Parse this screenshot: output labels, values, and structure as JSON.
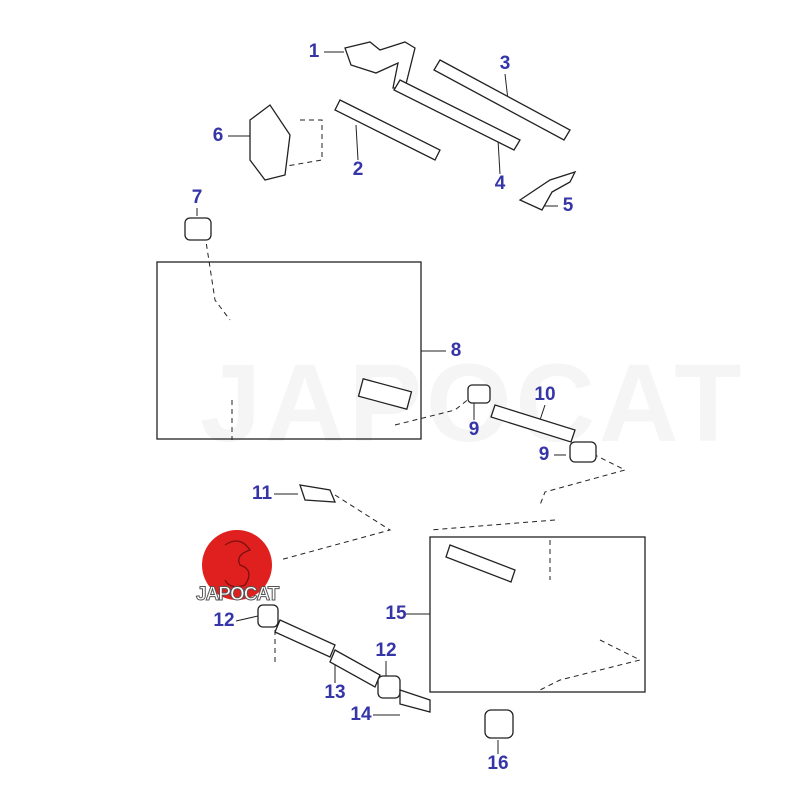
{
  "watermark": "JAPOCAT",
  "logo": {
    "text": "JAPOCAT",
    "color": "#e0201f"
  },
  "label_color": "#3535a8",
  "callouts": [
    {
      "id": "1",
      "text": "1"
    },
    {
      "id": "2",
      "text": "2"
    },
    {
      "id": "3",
      "text": "3"
    },
    {
      "id": "4",
      "text": "4"
    },
    {
      "id": "5",
      "text": "5"
    },
    {
      "id": "6",
      "text": "6"
    },
    {
      "id": "7",
      "text": "7"
    },
    {
      "id": "8",
      "text": "8"
    },
    {
      "id": "9a",
      "text": "9"
    },
    {
      "id": "9b",
      "text": "9"
    },
    {
      "id": "10",
      "text": "10"
    },
    {
      "id": "11",
      "text": "11"
    },
    {
      "id": "12a",
      "text": "12"
    },
    {
      "id": "12b",
      "text": "12"
    },
    {
      "id": "13",
      "text": "13"
    },
    {
      "id": "14",
      "text": "14"
    },
    {
      "id": "15",
      "text": "15"
    },
    {
      "id": "16",
      "text": "16"
    }
  ]
}
